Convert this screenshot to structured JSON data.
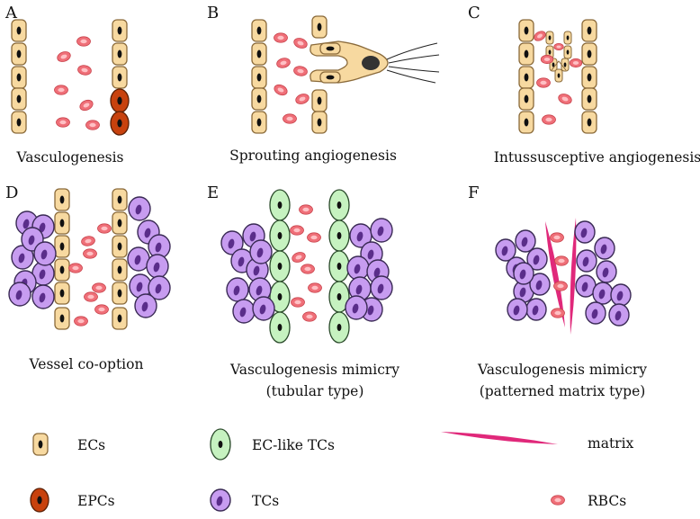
{
  "colors": {
    "ec_fill": "#f7d9a0",
    "ec_stroke": "#8a6a3a",
    "nucleus": "#111111",
    "epc_fill": "#c8420e",
    "epc_stroke": "#5a1f05",
    "tc_fill": "#c79cf0",
    "tc_stroke": "#3a2a55",
    "tc_nucleus": "#5a2d8a",
    "ec_like_fill": "#c6f2c0",
    "ec_like_stroke": "#2a4a2a",
    "rbc_fill": "#ef6f78",
    "rbc_inner": "#ffc0c4",
    "matrix": "#e0287a",
    "tip_nucleus": "#333333"
  },
  "panels": [
    {
      "letter": "A",
      "caption": "Vasculogenesis"
    },
    {
      "letter": "B",
      "caption": "Sprouting  angiogenesis"
    },
    {
      "letter": "C",
      "caption": "Intussusceptive  angiogenesis"
    },
    {
      "letter": "D",
      "caption": "Vessel co-option"
    },
    {
      "letter": "E",
      "caption": "Vasculogenesis  mimicry",
      "caption2": "(tubular type)"
    },
    {
      "letter": "F",
      "caption": "Vasculogenesis  mimicry",
      "caption2": "(patterned matrix type)"
    }
  ],
  "legend": [
    {
      "icon": "ec",
      "label": "ECs"
    },
    {
      "icon": "ec_like",
      "label": "EC-like  TCs"
    },
    {
      "icon": "matrix",
      "label": "matrix"
    },
    {
      "icon": "epc",
      "label": "EPCs"
    },
    {
      "icon": "tc",
      "label": "TCs"
    },
    {
      "icon": "rbc",
      "label": "RBCs"
    }
  ]
}
